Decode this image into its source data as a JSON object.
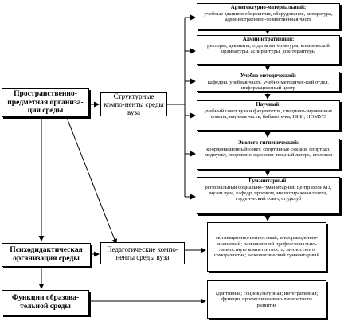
{
  "left": {
    "spatial": "Пространственно-предметная организа-ция среды",
    "psycho": "Психодидактическая организация среды",
    "functions": "Функции образова-тельной среды"
  },
  "middle": {
    "structural": "Структурные компо-ненты среды вуза",
    "pedagogical": "Педагогические компо-ненты среды вуза"
  },
  "components": [
    {
      "title": "Архитектурно-материальный:",
      "body": "учебные здания и общежития, оборудование, аппаратура, административно-хозяйственная часть"
    },
    {
      "title": "Административный:",
      "body": "ректорат, деканаты, отделы интернатуры, клинической ординатуры, аспирантуры, док-торантуры"
    },
    {
      "title": "Учебно-методический:",
      "body": "кафедры, учебная часть, учебно-методичес-кий отдел, информационный центр"
    },
    {
      "title": "Научный:",
      "body": "учебный совет вуза и факультетов, специали-зированные советы, научная часть, библиоте-ка, НИИ, НОМУС"
    },
    {
      "title": "Эколого-гигиенический:",
      "body": "координационный совет, спортивные секции, спортзал, медпункт, спортивно-оздорови-тельный лагерь, столовая"
    },
    {
      "title": "Гуманитарный:",
      "body": "региональный социально-гуманитарный центр ВолГМУ, музеи вуза, кафедр, профком, многотиражная газета, студенческий совет, студклуб"
    }
  ],
  "pedagogical_list": "мотивационно-ценностный; информационно-знаниевый; развивающий профессионально-личностную компетентность; личностного саморазвития; валеологический гуманитарный",
  "functions_list": "адаптивная; социокультурная; интегративная; функция профессионально-личностного развития"
}
